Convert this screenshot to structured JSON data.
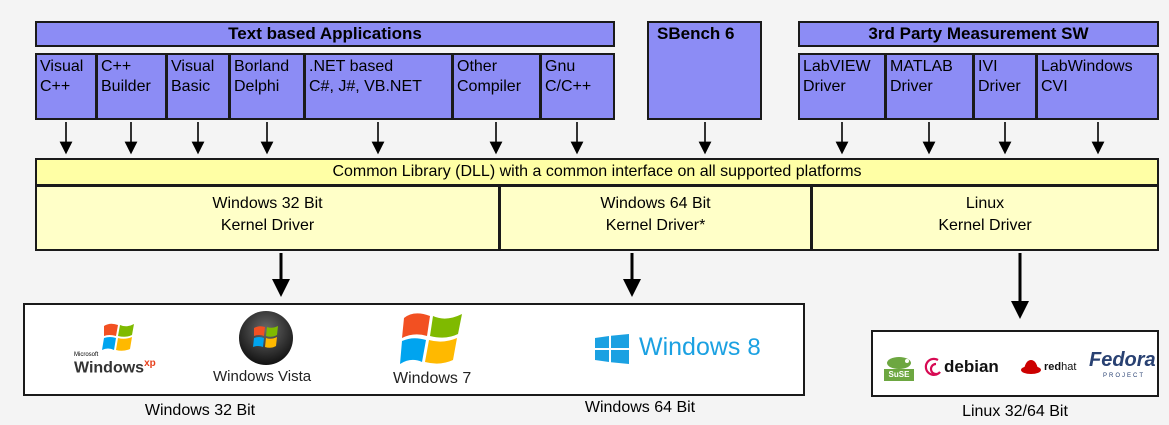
{
  "groups": {
    "text_apps": "Text based Applications",
    "sbench": "SBench 6",
    "third_party": "3rd Party Measurement SW"
  },
  "apps": [
    {
      "line1": "Visual",
      "line2": "C++"
    },
    {
      "line1": "C++",
      "line2": "Builder"
    },
    {
      "line1": "Visual",
      "line2": "Basic"
    },
    {
      "line1": "Borland",
      "line2": "Delphi"
    },
    {
      "line1": ".NET based",
      "line2": "C#, J#, VB.NET"
    },
    {
      "line1": "Other",
      "line2": "Compiler"
    },
    {
      "line1": "Gnu",
      "line2": "C/C++"
    }
  ],
  "third_party_apps": [
    {
      "line1": "LabVIEW",
      "line2": "Driver"
    },
    {
      "line1": "MATLAB",
      "line2": "Driver"
    },
    {
      "line1": "IVI",
      "line2": "Driver"
    },
    {
      "line1": "LabWindows",
      "line2": "CVI"
    }
  ],
  "common_library": "Common Library (DLL) with a common interface on all supported platforms",
  "drivers": [
    {
      "line1": "Windows 32 Bit",
      "line2": "Kernel Driver"
    },
    {
      "line1": "Windows 64 Bit",
      "line2": "Kernel Driver*"
    },
    {
      "line1": "Linux",
      "line2": "Kernel Driver"
    }
  ],
  "os_logos": {
    "xp_small": "Microsoft",
    "xp": "Windows",
    "xp_sup": "xp",
    "vista": "Windows Vista",
    "win7": "Windows 7",
    "win8": "Windows",
    "win8_num": "8",
    "suse": "SuSE",
    "debian": "debian",
    "redhat_a": "red",
    "redhat_b": "hat",
    "fedora": "Fedora",
    "fedora_sub": "PROJECT"
  },
  "captions": {
    "win32": "Windows 32 Bit",
    "win64": "Windows 64 Bit",
    "linux": "Linux 32/64 Bit"
  },
  "colors": {
    "app_boxes": "#8c8cf5",
    "common_library": "#ffffa5",
    "drivers": "#ffffc8",
    "win8_blue": "#1ba1e2"
  }
}
